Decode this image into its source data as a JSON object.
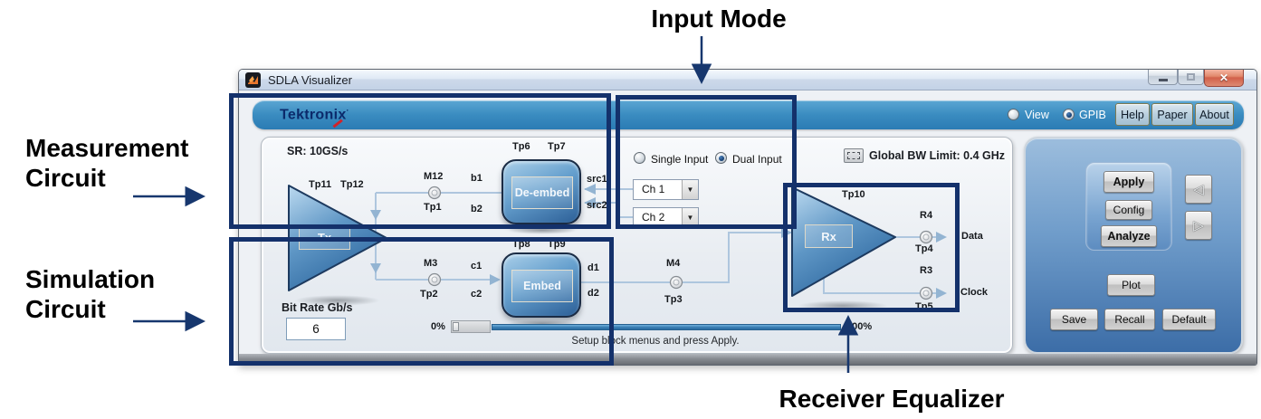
{
  "annotations": {
    "input_mode": "Input Mode",
    "measurement_line1": "Measurement",
    "measurement_line2": "Circuit",
    "simulation_line1": "Simulation",
    "simulation_line2": "Circuit",
    "receiver_equalizer": "Receiver Equalizer",
    "highlight_color": "#14316b"
  },
  "window": {
    "title": "SDLA Visualizer",
    "close_glyph": "✕"
  },
  "toolbar": {
    "brand": "Tektronix",
    "brand_mark": "·",
    "view_label": "View",
    "gpib_label": "GPIB",
    "selected_mode": "GPIB",
    "help_label": "Help",
    "paper_label": "Paper",
    "about_label": "About"
  },
  "diagram": {
    "sample_rate": "SR: 10GS/s",
    "global_bw_label": "Global BW Limit: 0.4 GHz",
    "tx_block": {
      "label": "Tx",
      "tp_left": "Tp11",
      "tp_right": "Tp12"
    },
    "measure_node": {
      "top": "M12",
      "bottom": "Tp1"
    },
    "deembed_inputs": {
      "top": "b1",
      "bottom": "b2"
    },
    "deembed_block": {
      "label": "De-embed",
      "tp_left": "Tp6",
      "tp_right": "Tp7"
    },
    "sources": {
      "top": "src1",
      "bottom": "src2"
    },
    "input_mode": {
      "single_label": "Single Input",
      "dual_label": "Dual Input",
      "selected": "Dual Input",
      "channel1": "Ch 1",
      "channel2": "Ch 2"
    },
    "sim_node": {
      "top": "M3",
      "bottom": "Tp2"
    },
    "embed_inputs": {
      "top": "c1",
      "bottom": "c2"
    },
    "embed_block": {
      "label": "Embed",
      "tp_left": "Tp8",
      "tp_right": "Tp9"
    },
    "embed_outputs": {
      "top": "d1",
      "bottom": "d2"
    },
    "mid_node": {
      "top": "M4",
      "bottom": "Tp3"
    },
    "rx_block": {
      "label": "Rx",
      "tp": "Tp10"
    },
    "data_node": {
      "top": "R4",
      "bottom": "Tp4",
      "out_label": "Data"
    },
    "clock_node": {
      "top": "R3",
      "bottom": "Tp5",
      "out_label": "Clock"
    },
    "bit_rate": {
      "label": "Bit Rate Gb/s",
      "value": "6"
    },
    "progress": {
      "left_label": "0%",
      "right_label": "100%",
      "status": "Setup block menus and press Apply."
    }
  },
  "control_panel": {
    "apply_label": "Apply",
    "config_label": "Config",
    "analyze_label": "Analyze",
    "prev_glyph": "◁",
    "next_glyph": "▷",
    "plot_label": "Plot",
    "save_label": "Save",
    "recall_label": "Recall",
    "default_label": "Default"
  },
  "colors": {
    "annotation_box": "#14316b",
    "toolbar_blue": "#3a8cc0",
    "panel_blue": "#3c6da7",
    "wire": "#aec6de",
    "block_border": "#1b2c45"
  }
}
